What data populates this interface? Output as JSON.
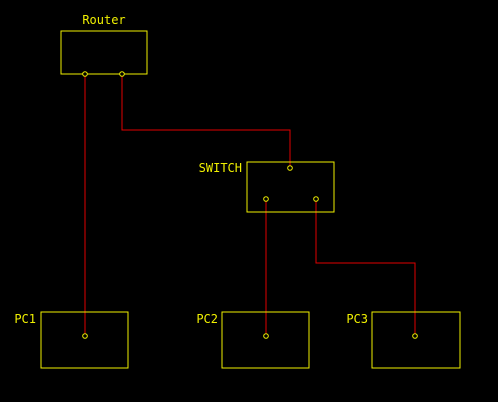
{
  "colors": {
    "background": "#000000",
    "box": "#f0f000",
    "wire": "#e00000",
    "label": "#f0f000"
  },
  "nodes": {
    "router": {
      "label": "Router"
    },
    "switch": {
      "label": "SWITCH"
    },
    "pc1": {
      "label": "PC1"
    },
    "pc2": {
      "label": "PC2"
    },
    "pc3": {
      "label": "PC3"
    }
  },
  "connections": [
    {
      "from": "router",
      "to": "pc1"
    },
    {
      "from": "router",
      "to": "switch"
    },
    {
      "from": "switch",
      "to": "pc2"
    },
    {
      "from": "switch",
      "to": "pc3"
    }
  ]
}
